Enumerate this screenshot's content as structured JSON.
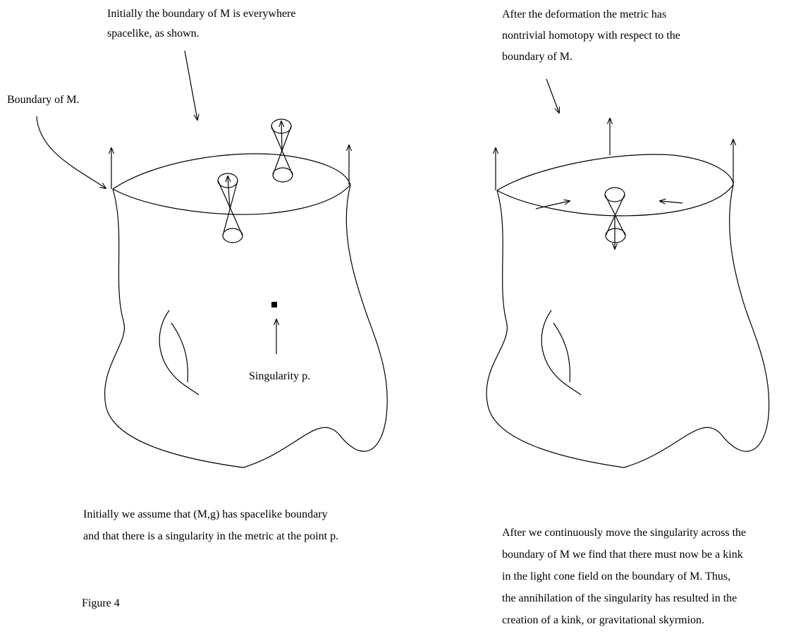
{
  "left_panel": {
    "top_caption": [
      "Initially the boundary of M is everywhere",
      "spacelike, as shown."
    ],
    "boundary_label": "Boundary of M.",
    "singularity_label": "Singularity p.",
    "bottom_caption": [
      "Initially we assume that (M,g) has spacelike boundary",
      "and that there is a singularity in the metric at the point p."
    ]
  },
  "right_panel": {
    "top_caption": [
      "After the deformation the metric has",
      "nontrivial homotopy with respect to the",
      "boundary of M."
    ],
    "bottom_caption": [
      "After we continuously move the singularity across the",
      "boundary of M we find that there must now be a kink",
      "in the light cone field on the boundary of M.  Thus,",
      "the annihilation of the singularity has resulted in the",
      "creation of a kink, or gravitational skyrmion."
    ]
  },
  "figure_label": "Figure 4",
  "colors": {
    "stroke": "#000000",
    "background": "#ffffff"
  }
}
